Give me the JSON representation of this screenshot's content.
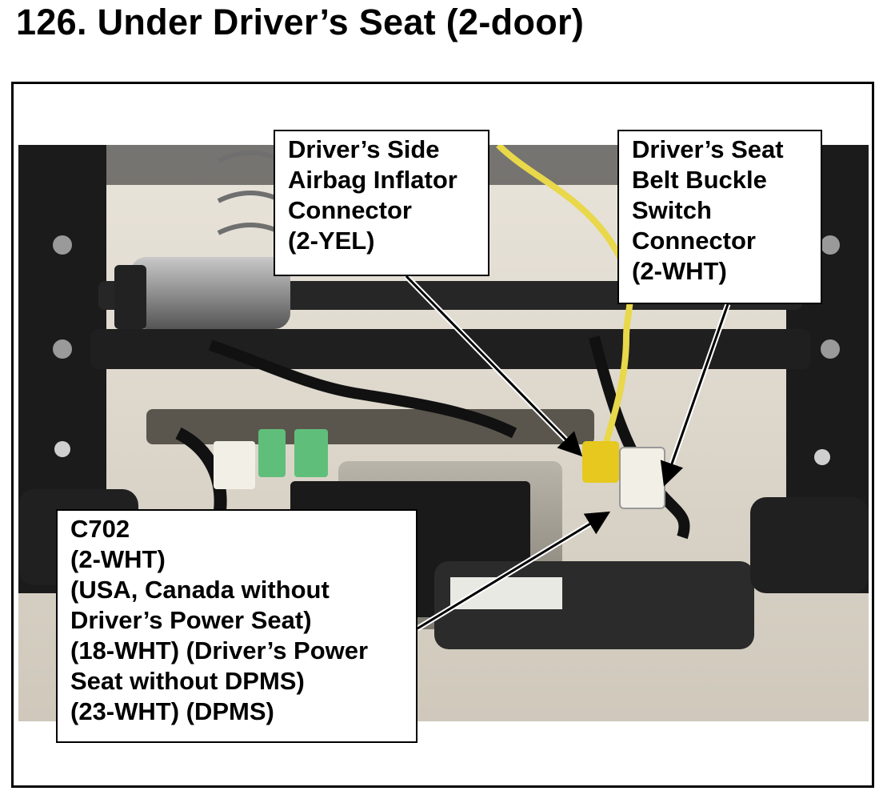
{
  "title": "126.  Under Driver’s Seat (2-door)",
  "callouts": {
    "airbag": [
      "Driver’s Side",
      "Airbag Inflator",
      "Connector",
      "(2-YEL)"
    ],
    "buckle": [
      "Driver’s Seat",
      "Belt Buckle",
      "Switch",
      "Connector",
      "(2-WHT)"
    ],
    "c702": [
      "C702",
      "(2-WHT)",
      "(USA, Canada without",
      "Driver’s Power Seat)",
      "(18-WHT) (Driver’s Power",
      "Seat without DPMS)",
      "(23-WHT) (DPMS)"
    ]
  },
  "colors": {
    "connector_yellow": "#e6c81e",
    "connector_white": "#f2efe6",
    "connector_green": "#5fbf7a",
    "wire_yellow": "#e8d84a"
  }
}
